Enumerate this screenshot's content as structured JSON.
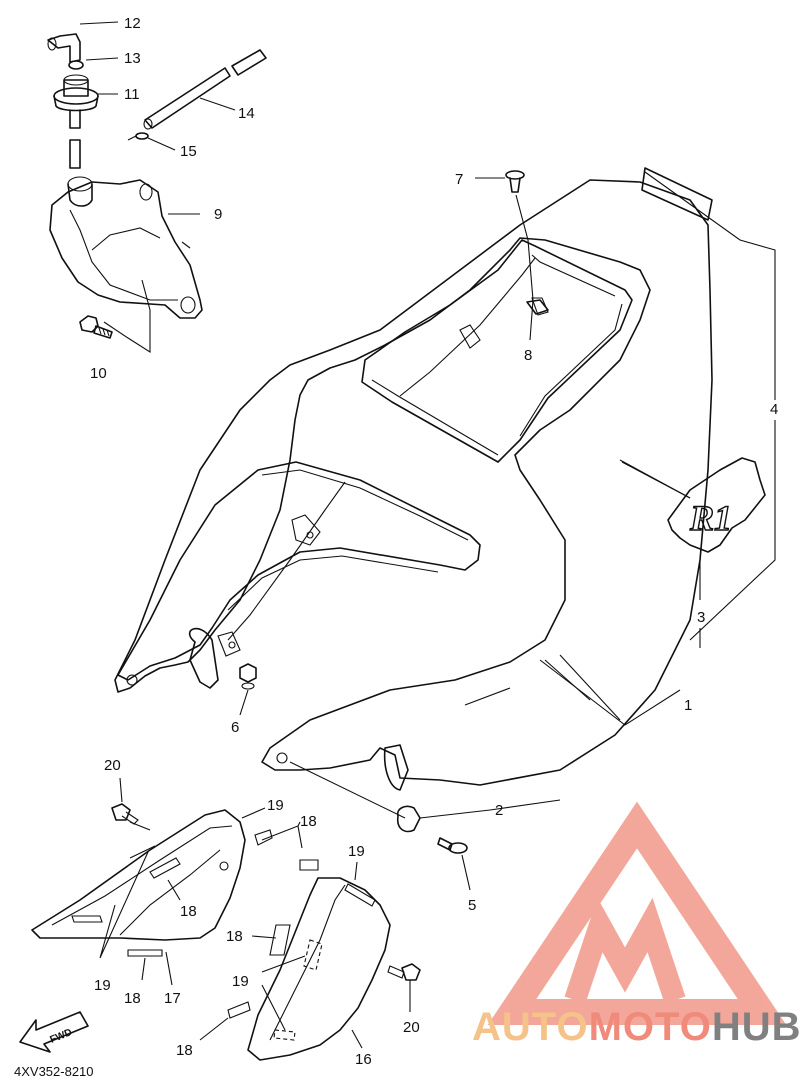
{
  "callouts": [
    {
      "label": "1"
    },
    {
      "label": "2"
    },
    {
      "label": "3"
    },
    {
      "label": "4"
    },
    {
      "label": "5"
    },
    {
      "label": "6"
    },
    {
      "label": "7"
    },
    {
      "label": "8"
    },
    {
      "label": "9"
    },
    {
      "label": "10"
    },
    {
      "label": "11"
    },
    {
      "label": "12"
    },
    {
      "label": "13"
    },
    {
      "label": "14"
    },
    {
      "label": "15"
    },
    {
      "label": "16"
    },
    {
      "label": "17"
    },
    {
      "label": "18"
    },
    {
      "label": "18"
    },
    {
      "label": "18"
    },
    {
      "label": "18"
    },
    {
      "label": "18"
    },
    {
      "label": "19"
    },
    {
      "label": "19"
    },
    {
      "label": "19"
    },
    {
      "label": "19"
    },
    {
      "label": "20"
    },
    {
      "label": "20"
    }
  ],
  "catalog_number": "4XV352-8210",
  "fwd_label": "FWD",
  "decal_text": "R1",
  "watermark": {
    "part1": "AUTO",
    "part2": "MOTO",
    "part3": "HUB",
    "color_light": "#f5c38a",
    "color_accent": "#f08a7a",
    "color_dark": "#808080"
  }
}
